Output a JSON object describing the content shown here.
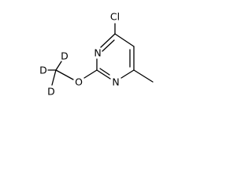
{
  "molecule": {
    "atoms": {
      "chlorine": "Cl",
      "ring_nitrogen_top": "N",
      "ring_nitrogen_bottom": "N",
      "ether_oxygen": "O",
      "deuterium_top": "D",
      "deuterium_left": "D",
      "deuterium_bottom": "D"
    }
  }
}
